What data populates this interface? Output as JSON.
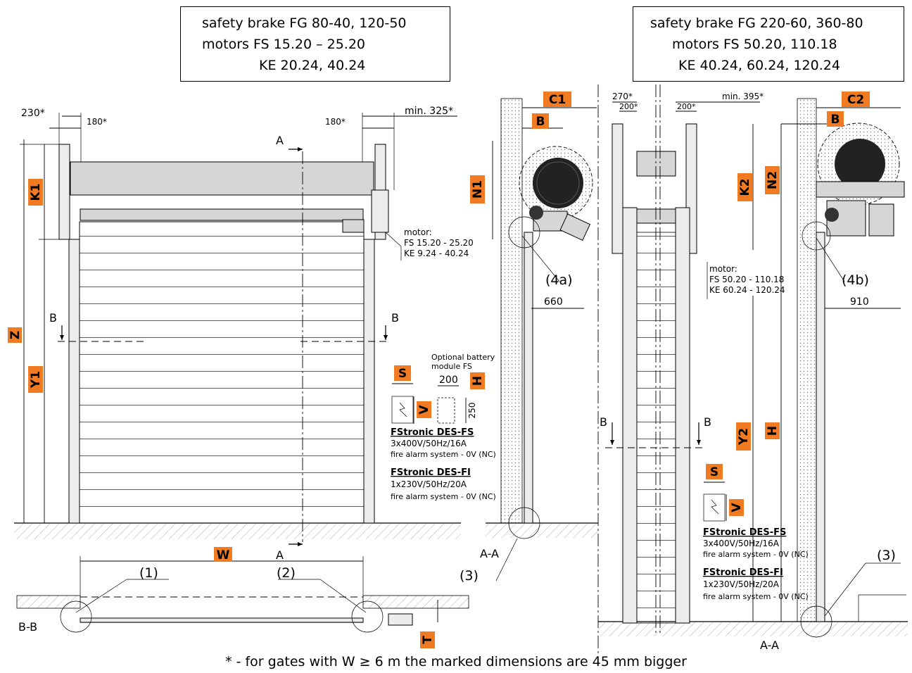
{
  "boxes": {
    "left": {
      "line1": "safety brake FG 80-40, 120-50",
      "line2": "motors   FS 15.20 – 25.20",
      "line3": "KE 20.24, 40.24"
    },
    "right": {
      "line1": "safety brake FG 220-60, 360-80",
      "line2": "motors   FS 50.20, 110.18",
      "line3": "KE 40.24, 60.24, 120.24"
    }
  },
  "tags": {
    "K1": "K1",
    "Z": "Z",
    "Y1": "Y1",
    "W": "W",
    "T": "T",
    "S1": "S",
    "V1": "V",
    "H1": "H",
    "C1": "C1",
    "B1": "B",
    "N1": "N1",
    "K2": "K2",
    "C2": "C2",
    "B2": "B",
    "N2": "N2",
    "Y2": "Y2",
    "H2": "H",
    "S2": "S",
    "V2": "V"
  },
  "dims": {
    "d230": "230*",
    "d180a": "180*",
    "d180b": "180*",
    "dmin325": "min. 325*",
    "d660": "660",
    "d270": "270*",
    "d200a": "200*",
    "d200b": "200*",
    "dmin395": "min. 395*",
    "d910": "910",
    "d200batt": "200",
    "d250": "250"
  },
  "labels": {
    "sectionA_top": "A",
    "sectionA_bottom": "A",
    "sectionB_left": "B",
    "sectionB_right": "B",
    "sectionB2_left": "B",
    "sectionB2_right": "B",
    "c1": "(1)",
    "c2": "(2)",
    "c3a": "(3)",
    "c3b": "(3)",
    "c4a": "(4a)",
    "c4b": "(4b)",
    "AA1": "A-A",
    "AA2": "A-A",
    "BB": "B-B"
  },
  "motor1": {
    "title": "motor:",
    "line1": "FS 15.20 - 25.20",
    "line2": "KE 9.24 - 40.24"
  },
  "motor2": {
    "title": "motor:",
    "line1": "FS 50.20 - 110.18",
    "line2": "KE 60.24 - 120.24"
  },
  "battery": {
    "line1": "Optional battery",
    "line2": "module FS"
  },
  "control1": {
    "des_fs": "FStronic DES-FS",
    "des_fs_power": "3x400V/50Hz/16A",
    "des_fs_alarm": "fire alarm system - 0V (NC)",
    "des_fi": "FStronic DES-FI",
    "des_fi_power": "1x230V/50Hz/20A",
    "des_fi_alarm": "fire alarm system - 0V (NC)"
  },
  "control2": {
    "des_fs": "FStronic DES-FS",
    "des_fs_power": "3x400V/50Hz/16A",
    "des_fs_alarm": "fire alarm system - 0V (NC)",
    "des_fi": "FStronic DES-FI",
    "des_fi_power": "1x230V/50Hz/20A",
    "des_fi_alarm": "fire alarm system - 0V (NC)"
  },
  "footnote": "* - for gates with W ≥ 6 m the marked dimensions are 45 mm bigger",
  "colors": {
    "tag": "#f07b23",
    "grey": "#d6d6d6"
  }
}
